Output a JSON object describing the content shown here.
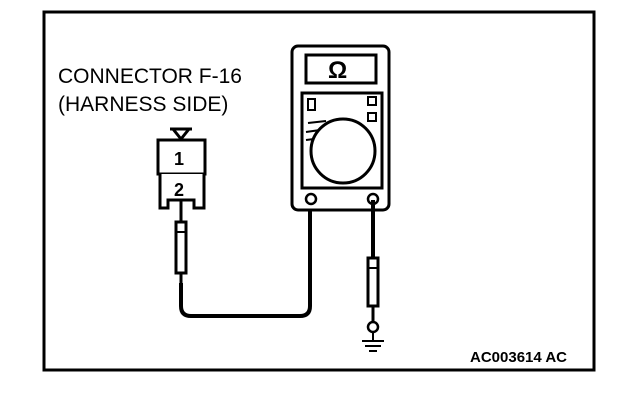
{
  "connector": {
    "line1": "CONNECTOR F-16",
    "line2": "(HARNESS SIDE)",
    "pin_top": "1",
    "pin_bottom": "2"
  },
  "meter": {
    "display_symbol": "Ω",
    "icon": "ohmmeter-icon"
  },
  "figure_code": "AC003614 AC",
  "icons": {
    "probe": "probe-icon",
    "ground": "ground-icon"
  }
}
